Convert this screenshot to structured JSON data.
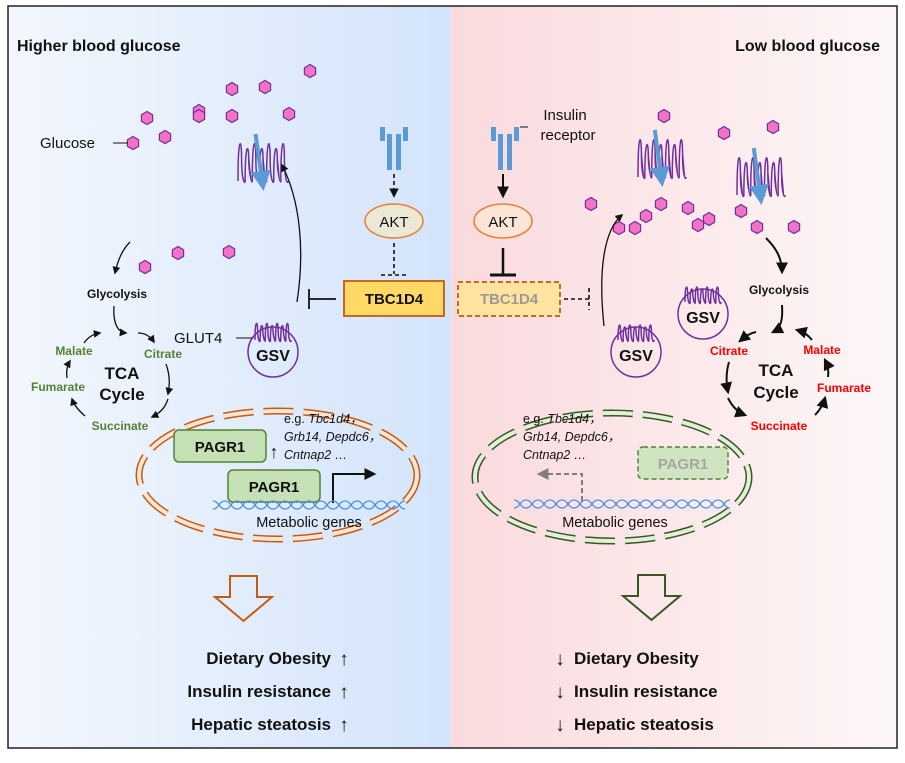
{
  "left_panel": {
    "title": "Higher blood glucose",
    "glucose_label": "Glucose",
    "akt_label": "AKT",
    "tbc1d4_label": "TBC1D4",
    "glut4_label": "GLUT4",
    "gsv_label": "GSV",
    "glycolysis_label": "Glycolysis",
    "tca": {
      "line1": "TCA",
      "line2": "Cycle"
    },
    "metabolites": {
      "citrate": "Citrate",
      "succinate": "Succinate",
      "fumarate": "Fumarate",
      "malate": "Malate"
    },
    "metabolite_color": "#548235",
    "nucleus": {
      "pagr1_label": "PAGR1",
      "pagr1_bound_label": "PAGR1",
      "genes_prefix": "e.g.",
      "genes_line1": "Tbc1d4，",
      "genes_line2": "Grb14,  Depdc6，",
      "genes_line3": "Cntnap2 …",
      "dna_label": "Metabolic genes",
      "membrane_color": "#c55a11"
    },
    "outcomes": [
      {
        "label": "Dietary Obesity",
        "direction": "up"
      },
      {
        "label": "Insulin resistance",
        "direction": "up"
      },
      {
        "label": "Hepatic steatosis",
        "direction": "up"
      }
    ],
    "arrow_icons": {
      "up": "↑"
    },
    "background_color": "#d6e6fc"
  },
  "right_panel": {
    "title": "Low blood glucose",
    "receptor_label_line1": "Insulin",
    "receptor_label_line2": "receptor",
    "akt_label": "AKT",
    "tbc1d4_label": "TBC1D4",
    "gsv_label_1": "GSV",
    "gsv_label_2": "GSV",
    "glycolysis_label": "Glycolysis",
    "tca": {
      "line1": "TCA",
      "line2": "Cycle"
    },
    "metabolites": {
      "citrate": "Citrate",
      "succinate": "Succinate",
      "fumarate": "Fumarate",
      "malate": "Malate"
    },
    "metabolite_color": "#ff0000",
    "nucleus": {
      "pagr1_label": "PAGR1",
      "genes_prefix": "e.g.",
      "genes_line1": "Tbc1d4，",
      "genes_line2": "Grb14, Depdc6，",
      "genes_line3": "Cntnap2 …",
      "dna_label": "Metabolic genes",
      "membrane_color": "#385723"
    },
    "outcomes": [
      {
        "label": "Dietary Obesity",
        "direction": "down"
      },
      {
        "label": "Insulin resistance",
        "direction": "down"
      },
      {
        "label": "Hepatic steatosis",
        "direction": "down"
      }
    ],
    "arrow_icons": {
      "down": "↓"
    },
    "background_color": "#fbe0e3"
  },
  "colors": {
    "glucose_fill": "#f472c4",
    "glucose_stroke": "#7030a0",
    "glut4": "#7030a0",
    "receptor": "#5b9bd5",
    "akt_fill": "#fbe5d6",
    "akt_stroke": "#ed7d31",
    "tbc1d4_fill": "#ffd966",
    "tbc1d4_stroke": "#c55a11",
    "pagr1_fill": "#c5e0b4",
    "pagr1_stroke": "#548235",
    "dna": "#4a90e2"
  }
}
